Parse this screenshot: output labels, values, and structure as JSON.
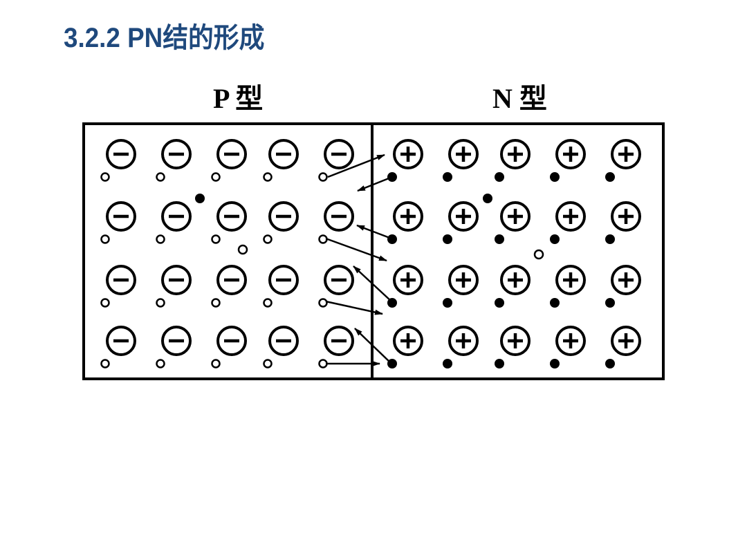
{
  "title": "3.2.2  PN结的形成",
  "regions": {
    "p_label": "P 型",
    "n_label": "N 型"
  },
  "symbols": {
    "acceptor_ion": "minus-circle-icon",
    "donor_ion": "plus-circle-icon",
    "hole": "hollow-dot",
    "electron": "solid-dot"
  },
  "layout_data": {
    "rows": 4,
    "columns_per_region": 5
  },
  "colors": {
    "title": "#1F497D",
    "diagram": "#000000"
  }
}
